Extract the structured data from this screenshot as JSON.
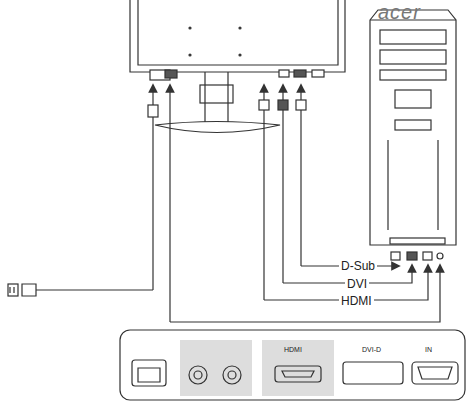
{
  "diagram": {
    "labels": [
      "acer",
      "D-Sub",
      "DVI",
      "HDMI",
      "HDMI",
      "DVI-D",
      "IN"
    ]
  }
}
